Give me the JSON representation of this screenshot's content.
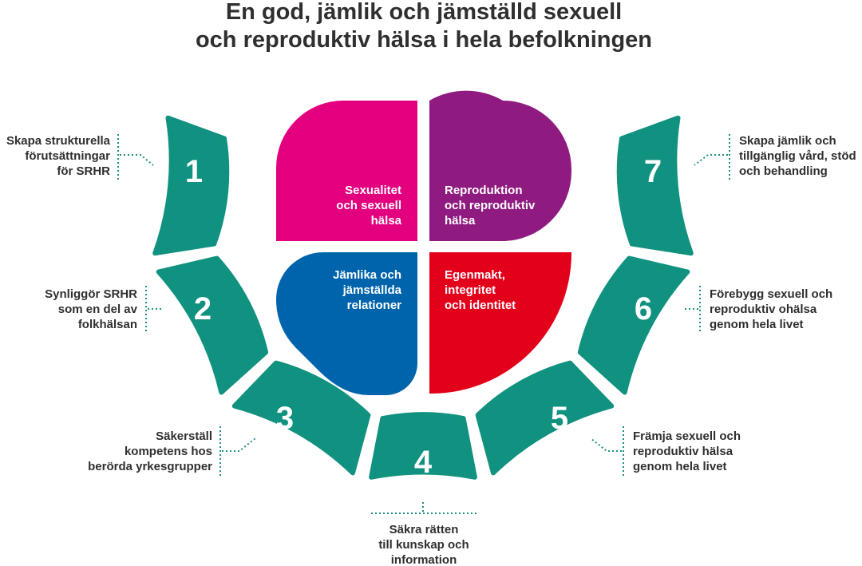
{
  "title": {
    "line1": "En god, jämlik och jämställd sexuell",
    "line2": "och reproduktiv hälsa i hela befolkningen"
  },
  "colors": {
    "segment": "#11917f",
    "sexualitet": "#e3007e",
    "reproduktion": "#8f1b81",
    "relationer": "#0064ac",
    "egenmakt": "#e2001a",
    "text": "#2f2f2f"
  },
  "quadrants": {
    "sexualitet": [
      "Sexualitet",
      "och sexuell",
      "hälsa"
    ],
    "reproduktion": [
      "Reproduktion",
      "och reproduktiv",
      "hälsa"
    ],
    "relationer": [
      "Jämlika och",
      "jämställda",
      "relationer"
    ],
    "egenmakt": [
      "Egenmakt,",
      "integritet",
      "och identitet"
    ]
  },
  "segments": [
    {
      "number": "1",
      "label": [
        "Skapa strukturella",
        "förutsättningar",
        "för SRHR"
      ]
    },
    {
      "number": "2",
      "label": [
        "Synliggör SRHR",
        "som en del av",
        "folkhälsan"
      ]
    },
    {
      "number": "3",
      "label": [
        "Säkerställ",
        "kompetens hos",
        "berörda yrkesgrupper"
      ]
    },
    {
      "number": "4",
      "label": [
        "Säkra rätten",
        "till kunskap och",
        "information"
      ]
    },
    {
      "number": "5",
      "label": [
        "Främja sexuell och",
        "reproduktiv hälsa",
        "genom hela livet"
      ]
    },
    {
      "number": "6",
      "label": [
        "Förebygg sexuell och",
        "reproduktiv ohälsa",
        "genom hela livet"
      ]
    },
    {
      "number": "7",
      "label": [
        "Skapa jämlik och",
        "tillgänglig vård, stöd",
        "och behandling"
      ]
    }
  ]
}
